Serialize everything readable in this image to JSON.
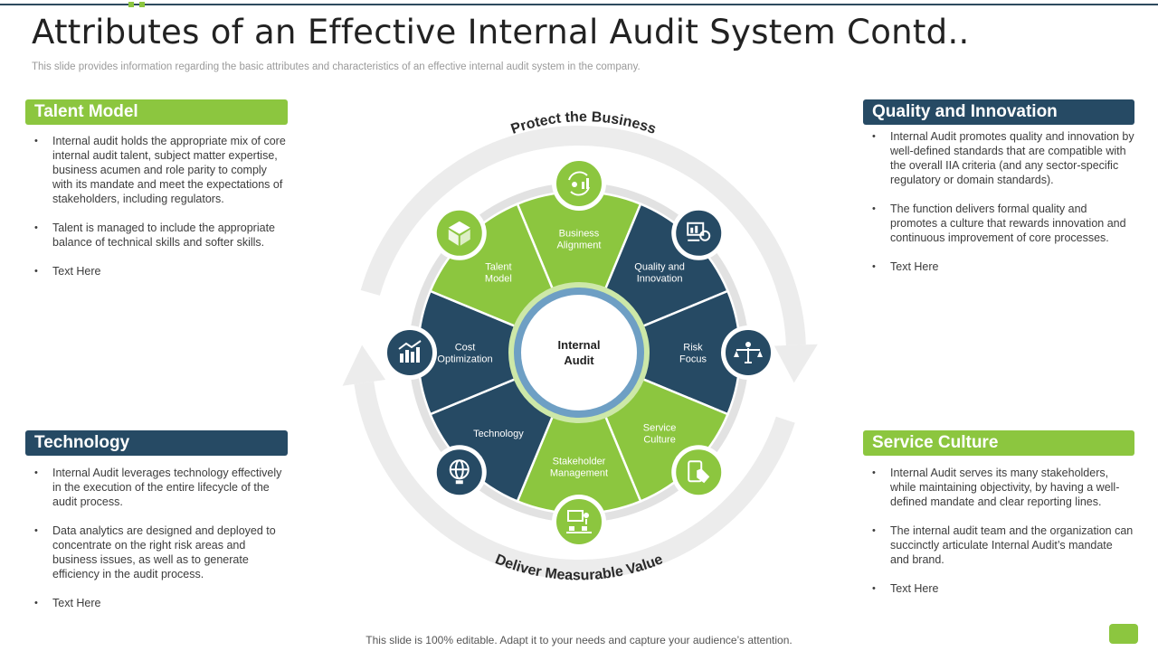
{
  "title": "Attributes of an Effective Internal Audit System Contd..",
  "subtitle": "This slide provides information regarding the basic attributes and characteristics of an effective internal audit system in the company.",
  "sections": {
    "talent_model": {
      "title": "Talent Model",
      "bullets": [
        "Internal audit holds the appropriate  mix of core internal audit talent, subject matter expertise, business acumen and role parity to comply with its mandate and meet the expectations of stakeholders, including regulators.",
        "Talent is managed to include the appropriate  balance of technical skills and softer skills.",
        "Text Here"
      ]
    },
    "technology": {
      "title": "Technology",
      "bullets": [
        "Internal Audit leverages  technology effectively  in the execution of the entire lifecycle of the audit process.",
        "Data analytics are designed and deployed to concentrate on the right risk areas and business issues, as well as to generate efficiency in the audit process.",
        "Text Here"
      ]
    },
    "quality_innovation": {
      "title": "Quality and Innovation",
      "bullets": [
        "Internal Audit promotes quality and innovation  by well-defined  standards that are compatible with the overall  IIA criteria (and any sector-specific regulatory or domain standards).",
        "The function delivers  formal quality and promotes a culture that rewards innovation and continuous improvement  of core processes.",
        "Text Here"
      ]
    },
    "service_culture": {
      "title": "Service Culture",
      "bullets": [
        "Internal Audit serves its many stakeholders, while maintaining objectivity, by having a well-defined  mandate and clear reporting lines.",
        "The internal audit team and the organization can succinctly articulate Internal Audit’s mandate and brand.",
        "Text Here"
      ]
    }
  },
  "diagram": {
    "center": [
      "Internal",
      "Audit"
    ],
    "arc_top": "Protect the Business",
    "arc_bottom": "Deliver Measurable Value",
    "segments": [
      {
        "lines": [
          "Business",
          "Alignment"
        ],
        "color": "#8cc63f",
        "icon": "people-cycle-growth-icon"
      },
      {
        "lines": [
          "Quality and",
          "Innovation"
        ],
        "color": "#264a64",
        "icon": "chart-presentation-lightbulb-icon"
      },
      {
        "lines": [
          "Risk",
          "Focus"
        ],
        "color": "#264a64",
        "icon": "balance-person-icon"
      },
      {
        "lines": [
          "Service",
          "Culture"
        ],
        "color": "#8cc63f",
        "icon": "hand-touch-screen-icon"
      },
      {
        "lines": [
          "Stakeholder",
          "Management"
        ],
        "color": "#8cc63f",
        "icon": "presenter-audience-icon"
      },
      {
        "lines": [
          "Technology"
        ],
        "color": "#264a64",
        "icon": "globe-bulb-icon"
      },
      {
        "lines": [
          "Cost",
          "Optimization"
        ],
        "color": "#264a64",
        "icon": "bar-chart-growth-icon"
      },
      {
        "lines": [
          "Talent",
          "Model"
        ],
        "color": "#8cc63f",
        "icon": "box-package-icon"
      }
    ]
  },
  "footer": "This slide is 100% editable. Adapt it to your needs and capture your audience’s attention.",
  "colors": {
    "green": "#8cc63f",
    "navy": "#264a64",
    "light_green": "#cde8a8",
    "light_blue": "#6e9fc4",
    "grey_arc": "#ececec"
  }
}
